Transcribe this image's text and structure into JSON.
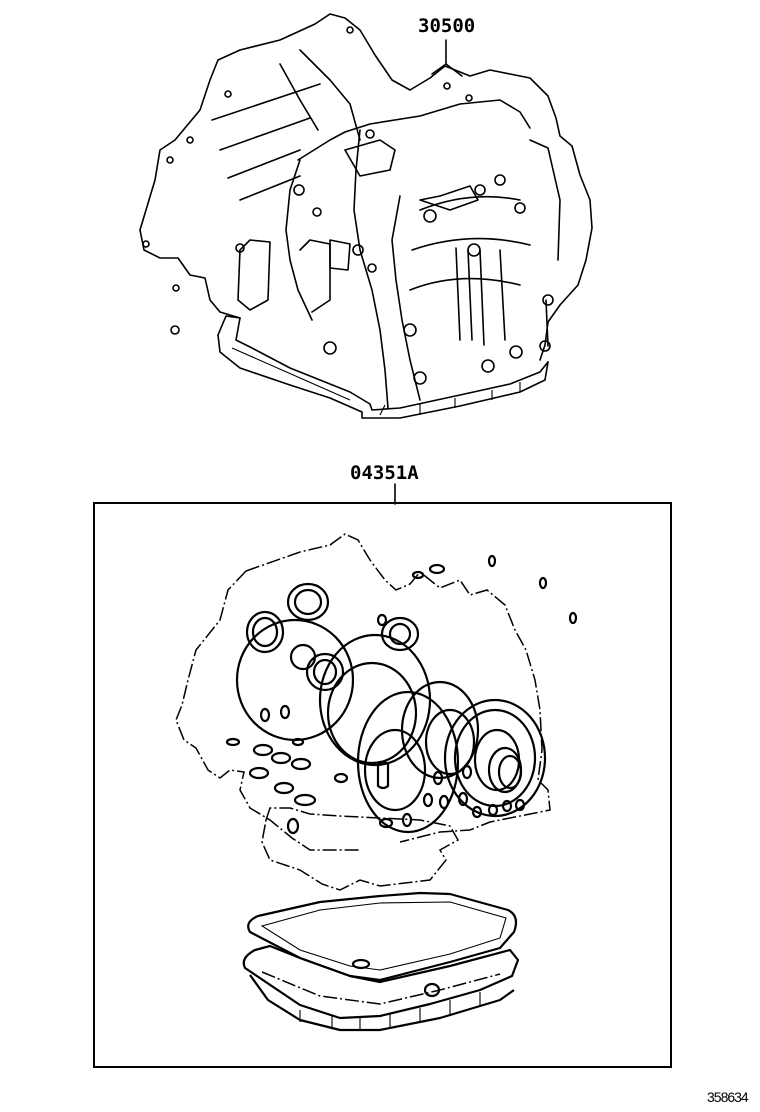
{
  "diagram": {
    "type": "exploded parts diagram",
    "subject": "Automatic transaxle assembly and overhaul gasket kit",
    "callouts": [
      {
        "id": "assembly",
        "part_number": "30500"
      },
      {
        "id": "gasket_kit",
        "part_number": "04351A"
      }
    ],
    "reference_number": "358634",
    "colors": {
      "line": "#000000",
      "background": "#ffffff"
    }
  }
}
